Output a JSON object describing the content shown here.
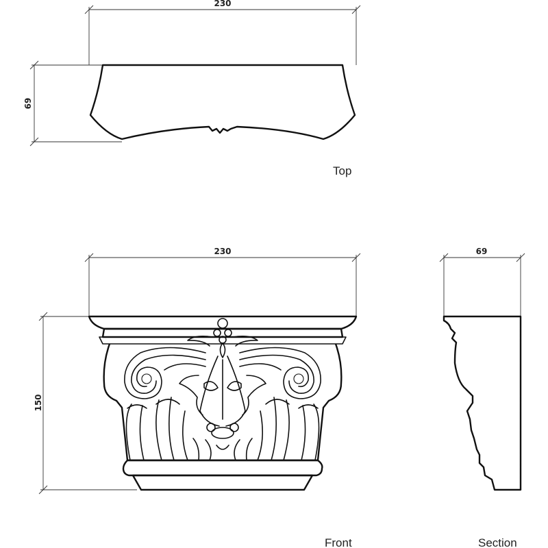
{
  "top_view": {
    "label": "Top",
    "width_dim": "230",
    "depth_dim": "69"
  },
  "front_view": {
    "label": "Front",
    "width_dim": "230",
    "height_dim": "150"
  },
  "section_view": {
    "label": "Section",
    "depth_dim": "69"
  }
}
